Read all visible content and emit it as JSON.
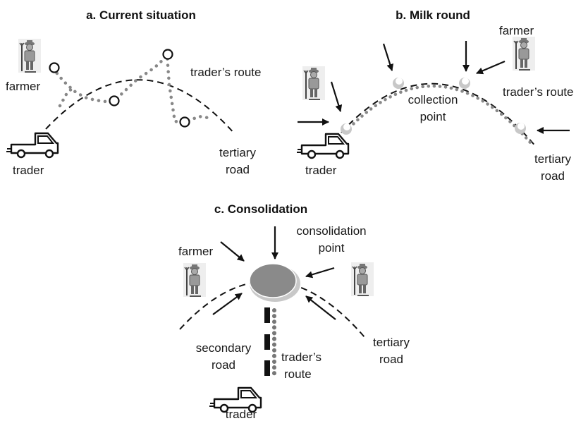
{
  "panels": {
    "a": {
      "title": "a. Current situation",
      "labels": {
        "farmer": "farmer",
        "trader": "trader",
        "route": "trader’s route",
        "tertiary_1": "tertiary",
        "tertiary_2": "road"
      }
    },
    "b": {
      "title": "b. Milk round",
      "labels": {
        "farmer": "farmer",
        "trader": "trader",
        "route": "trader’s route",
        "collection_1": "collection",
        "collection_2": "point",
        "tertiary_1": "tertiary",
        "tertiary_2": "road"
      }
    },
    "c": {
      "title": "c. Consolidation",
      "labels": {
        "farmer": "farmer",
        "consolidation_1": "consolidation",
        "consolidation_2": "point",
        "secondary_1": "secondary",
        "secondary_2": "road",
        "route_1": "trader’s",
        "route_2": "route",
        "tertiary_1": "tertiary",
        "tertiary_2": "road",
        "trader": "trader"
      }
    }
  },
  "colors": {
    "dotted_route": "#888888",
    "consolidation_fill": "#8a8a8a",
    "collection_marker": "#bdbdbd",
    "road_line": "#111111"
  },
  "icons": [
    "farmer-icon",
    "truck-icon",
    "arrow-icon",
    "collection-point-icon"
  ]
}
